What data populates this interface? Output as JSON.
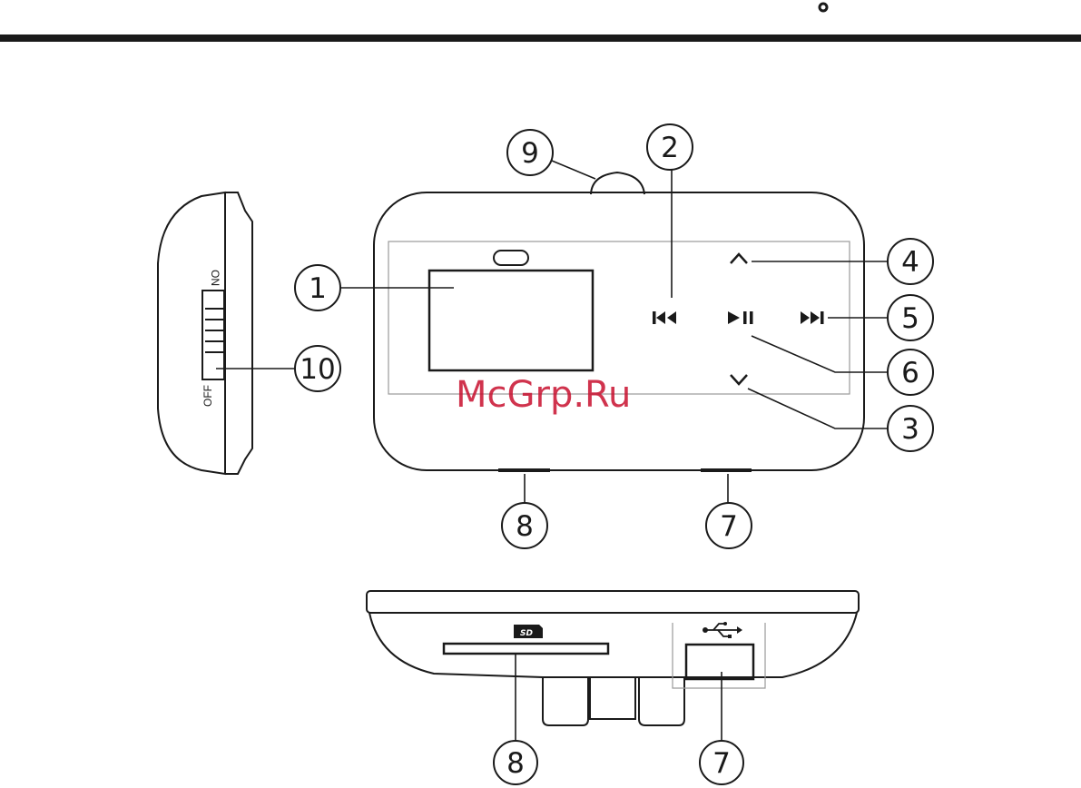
{
  "callouts": {
    "c1": "1",
    "c2": "2",
    "c3": "3",
    "c4": "4",
    "c5": "5",
    "c6": "6",
    "c7_top": "7",
    "c8_top": "8",
    "c9": "9",
    "c10": "10",
    "c7_bottom": "7",
    "c8_bottom": "8"
  },
  "switch_labels": {
    "on": "ON",
    "off": "OFF"
  },
  "watermark": "McGrp.Ru",
  "icons": {
    "up": "chevron-up-icon",
    "down": "chevron-down-icon",
    "prev": "previous-track-icon",
    "next": "next-track-icon",
    "play_pause": "play-pause-icon",
    "sd": "sd-card-icon",
    "usb": "usb-icon"
  },
  "colors": {
    "line": "#1a1a1a",
    "watermark": "#c8102e"
  }
}
